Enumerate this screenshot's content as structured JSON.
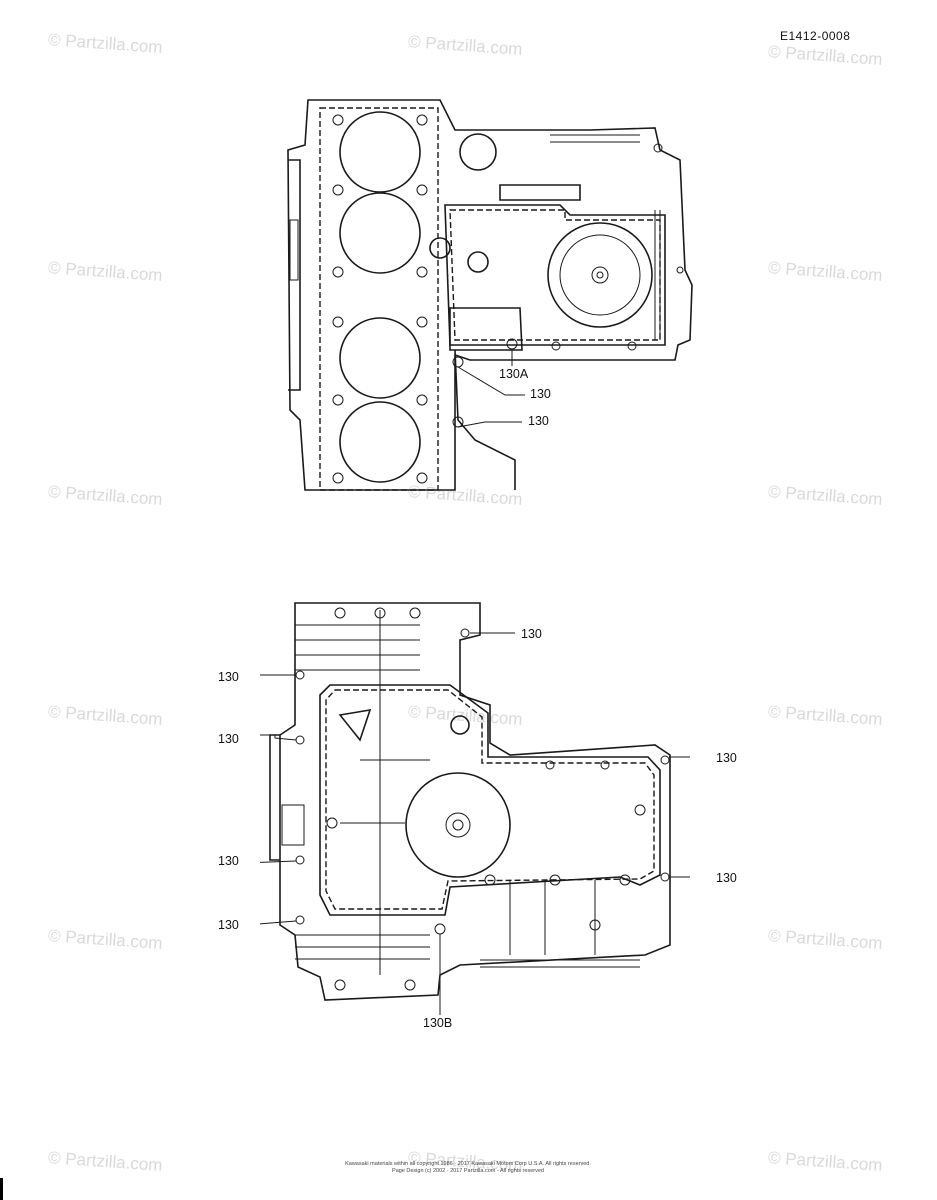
{
  "reference_code": "E1412-0008",
  "watermark": "© Partzilla.com",
  "upper_view": {
    "callouts": [
      "130A",
      "130",
      "130"
    ]
  },
  "lower_view": {
    "callouts_left": [
      "130",
      "130",
      "130",
      "130"
    ],
    "callouts_right": [
      "130",
      "130",
      "130"
    ],
    "callout_bottom": "130B"
  },
  "footer": {
    "line1": "Kawasaki materials within all copyright 1986 - 2017  Kawasaki Motors Corp U.S.A.  All rights reserved.",
    "line2": "Page Design (c) 2002 - 2017 Partzilla.com - All rights reserved"
  }
}
